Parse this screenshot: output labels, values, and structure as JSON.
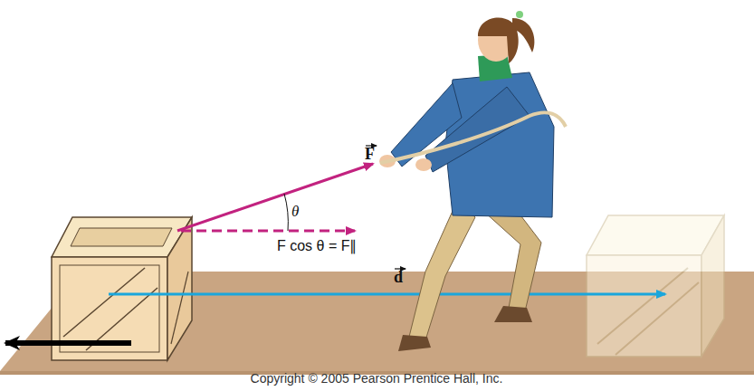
{
  "diagram": {
    "labels": [
      "F",
      "θ",
      "F cos θ = F∥",
      "d",
      "Copyright © 2005 Pearson Prentice Hall, Inc."
    ]
  }
}
